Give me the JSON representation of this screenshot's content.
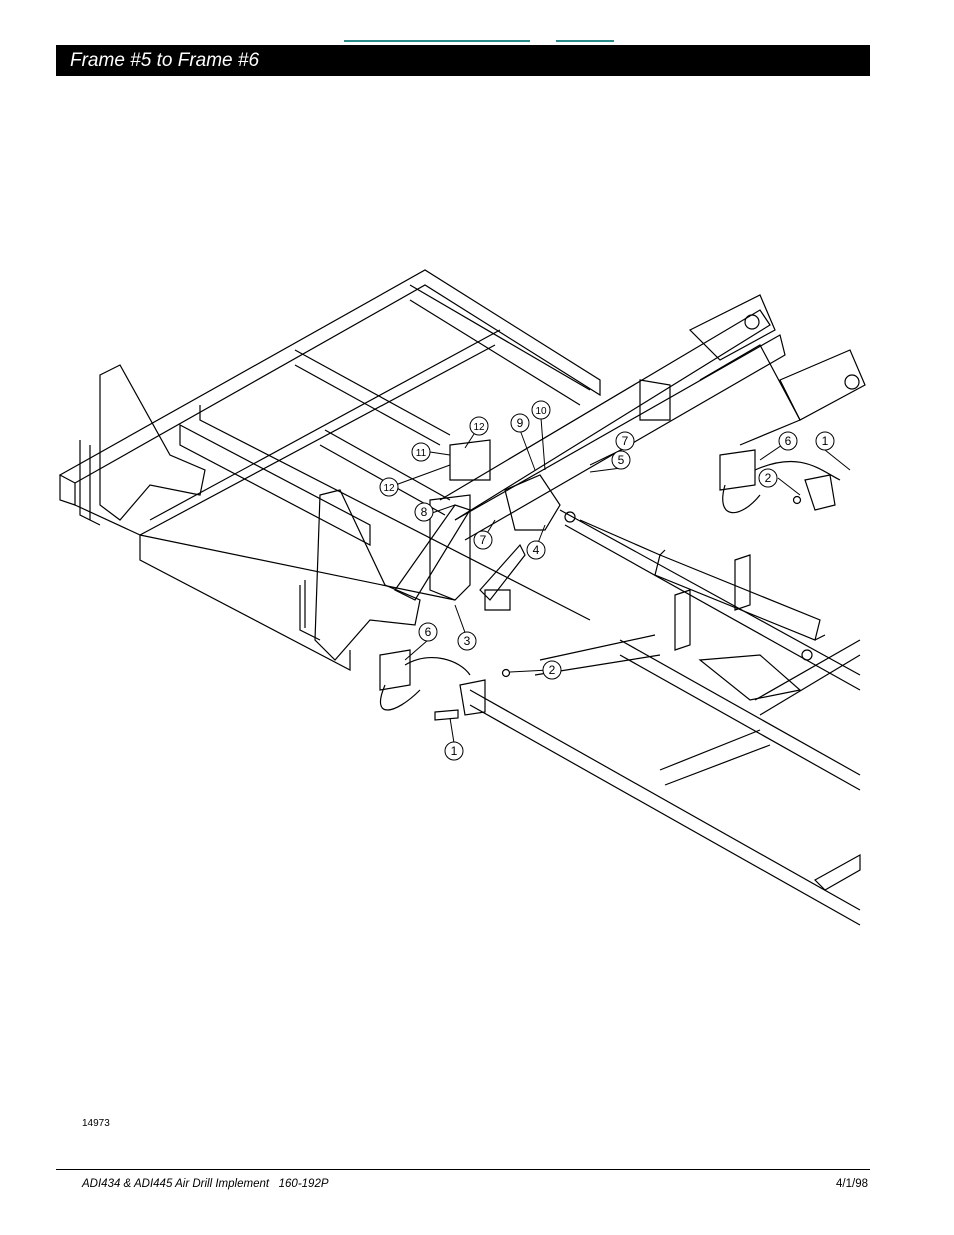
{
  "header": {
    "title": "Frame #5 to Frame #6"
  },
  "diagram": {
    "callouts": [
      "1",
      "2",
      "3",
      "4",
      "5",
      "6",
      "7",
      "8",
      "9",
      "10",
      "11",
      "12",
      "12",
      "6",
      "2",
      "1",
      "7"
    ]
  },
  "figure_number": "14973",
  "footer": {
    "left": "ADI434 & ADI445 Air Drill Implement   160-192P",
    "right": "4/1/98"
  }
}
